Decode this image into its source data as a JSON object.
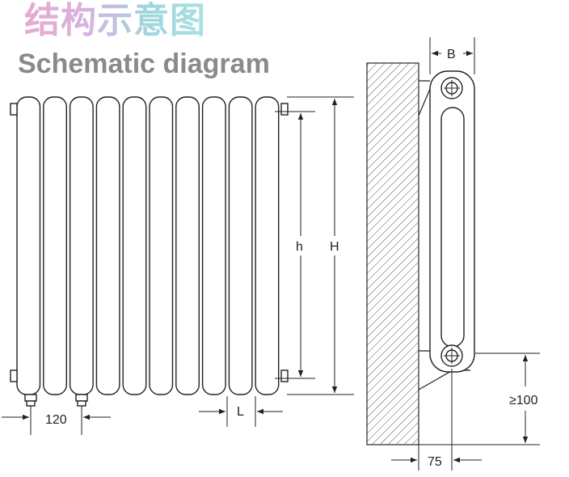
{
  "title_cn": "结构示意图",
  "title_en": "Schematic diagram",
  "labels": {
    "h": "h",
    "H": "H",
    "B": "B",
    "L": "L",
    "dim_120": "120",
    "dim_min_100": "≥100",
    "dim_75": "75"
  },
  "front_view": {
    "column_count": 10
  }
}
